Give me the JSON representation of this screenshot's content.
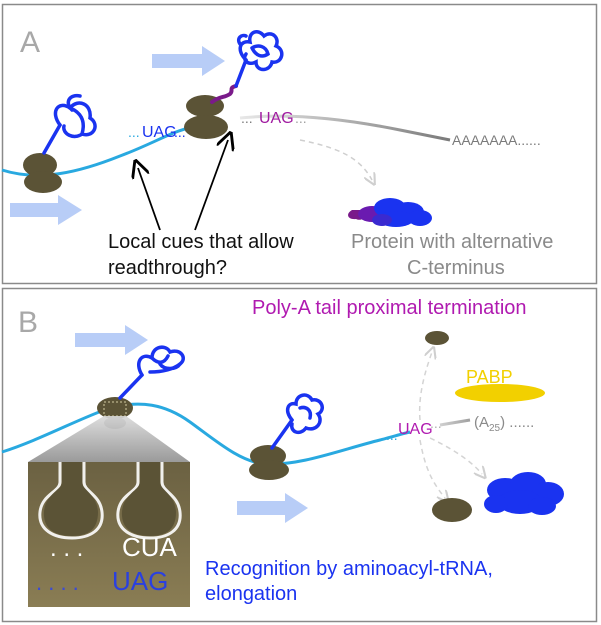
{
  "panel_a": {
    "label": "A",
    "stop_codon_1": "UAG",
    "dots_1": "...",
    "dots_2": "...",
    "stop_codon_2": "UAG",
    "dots_3": "...",
    "poly_a": "AAAAAAA......",
    "cue_line1": "Local cues that allow",
    "cue_line2": "readthrough?",
    "protein_line1": "Protein with alternative",
    "protein_line2": "C-terminus"
  },
  "panel_b": {
    "label": "B",
    "title": "Poly-A tail proximal termination",
    "pabp": "PABP",
    "stop_codon": "UAG",
    "dots_pre": "...",
    "poly_a_open": "(A",
    "poly_a_sub": "25",
    "poly_a_close": ") ......",
    "inset_anticodon_dots": ". . .",
    "inset_anticodon": "CUA",
    "inset_codon_dots": ". . . .",
    "inset_codon": "UAG",
    "recognition_line1": "Recognition by aminoacyl-tRNA,",
    "recognition_line2": "elongation"
  },
  "colors": {
    "mrna": "#29a9e0",
    "ribosome": "#5b5336",
    "blue": "#1a33f0",
    "purple": "#a01aa0",
    "gray_text": "#8a8a8a",
    "arrow": "#b8cdf7",
    "pabp": "#f2d000"
  }
}
